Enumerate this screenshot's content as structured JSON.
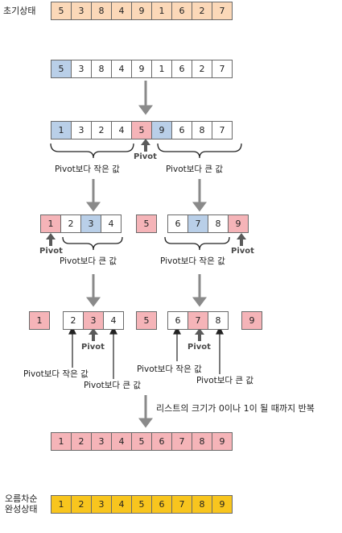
{
  "rows": {
    "initial": {
      "label": "초기상태",
      "values": [
        "5",
        "3",
        "8",
        "4",
        "9",
        "1",
        "6",
        "2",
        "7"
      ]
    },
    "step1": {
      "values": [
        "5",
        "3",
        "8",
        "4",
        "9",
        "1",
        "6",
        "2",
        "7"
      ]
    },
    "step2": {
      "values": [
        "1",
        "3",
        "2",
        "4",
        "5",
        "9",
        "6",
        "8",
        "7"
      ]
    },
    "step3_left": {
      "values": [
        "1",
        "2",
        "3",
        "4"
      ]
    },
    "step3_mid": {
      "values": [
        "5"
      ]
    },
    "step3_right": {
      "values": [
        "6",
        "7",
        "8",
        "9"
      ]
    },
    "step4_a": {
      "values": [
        "1"
      ]
    },
    "step4_b": {
      "values": [
        "2",
        "3",
        "4"
      ]
    },
    "step4_c": {
      "values": [
        "5"
      ]
    },
    "step4_d": {
      "values": [
        "6",
        "7",
        "8"
      ]
    },
    "step4_e": {
      "values": [
        "9"
      ]
    },
    "sorted": {
      "values": [
        "1",
        "2",
        "3",
        "4",
        "5",
        "6",
        "7",
        "8",
        "9"
      ]
    },
    "final": {
      "label_line1": "오름차순",
      "label_line2": "완성상태",
      "values": [
        "1",
        "2",
        "3",
        "4",
        "5",
        "6",
        "7",
        "8",
        "9"
      ]
    }
  },
  "labels": {
    "pivot": "Pivot",
    "smaller": "Pivot보다 작은 값",
    "larger": "Pivot보다 큰 값",
    "repeat_note": "리스트의 크기가 0이나 1이 될 때까지 반복"
  },
  "colors": {
    "initial": "#fbd8b8",
    "pivot_candidate": "#b9cfe8",
    "pivot": "#f5b4b8",
    "final": "#f8c51e",
    "arrow": "#8a8a8a"
  }
}
